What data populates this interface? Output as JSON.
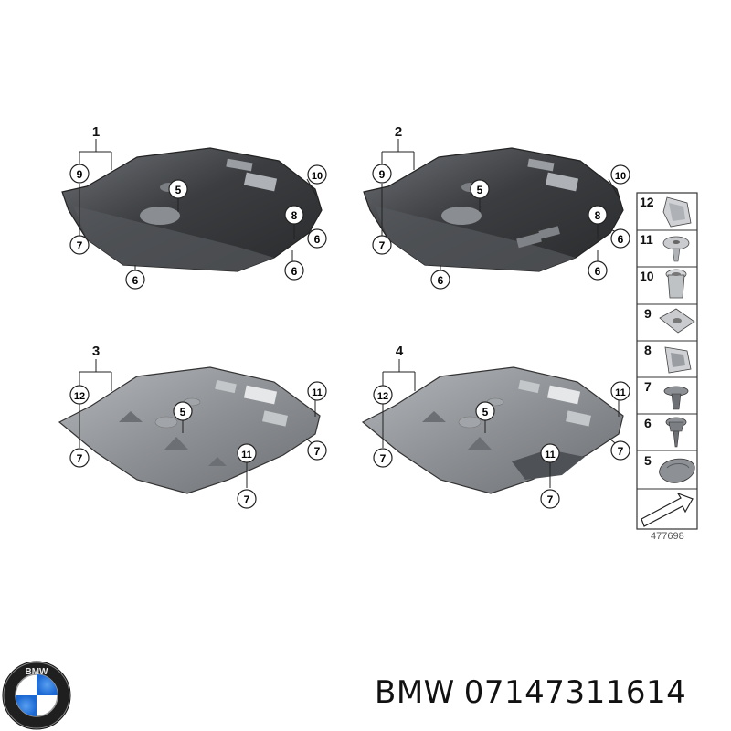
{
  "diagram": {
    "assemblies": [
      {
        "number": "1",
        "labels": {
          "a": "9",
          "b": "7",
          "c": "5",
          "d": "10",
          "e": "8",
          "f": "6",
          "g": "6",
          "h": "6"
        }
      },
      {
        "number": "2",
        "labels": {
          "a": "9",
          "b": "7",
          "c": "5",
          "d": "10",
          "e": "8",
          "f": "6",
          "g": "6",
          "h": "6"
        }
      },
      {
        "number": "3",
        "labels": {
          "a": "12",
          "b": "7",
          "c": "5",
          "d": "11",
          "e": "11",
          "f": "7",
          "g": "7"
        }
      },
      {
        "number": "4",
        "labels": {
          "a": "12",
          "b": "7",
          "c": "5",
          "d": "11",
          "e": "11",
          "f": "7",
          "g": "7"
        }
      }
    ],
    "parts_legend": [
      "12",
      "11",
      "10",
      "9",
      "8",
      "7",
      "6",
      "5"
    ],
    "reference_number": "477698"
  },
  "footer": {
    "brand": "BMW",
    "part_number": "07147311614",
    "logo_letters": "BMW"
  },
  "colors": {
    "plate_dark": "#3b3d40",
    "plate_light": "#8d9094",
    "outline": "#222222",
    "bmw_blue": "#1c69d4"
  }
}
